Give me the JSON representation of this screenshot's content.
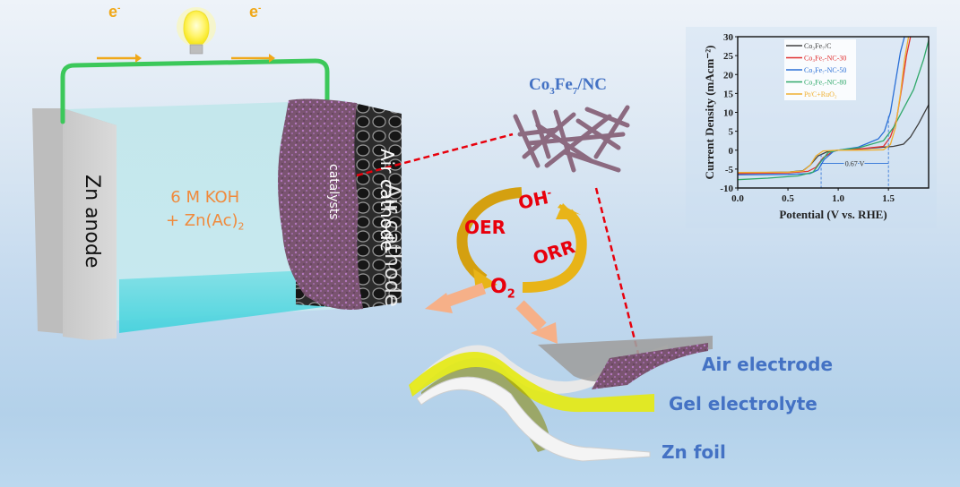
{
  "battery": {
    "electron_left": "e",
    "electron_right": "e",
    "electron_charge": "-",
    "zn_anode_label": "Zn anode",
    "electrolyte_line1": "6 M KOH",
    "electrolyte_line2_prefix": "+ Zn(Ac)",
    "electrolyte_line2_sub": "2",
    "catalysts_label": "catalysts",
    "air_cathode_label": "Air cathode",
    "ghost_label": "Air cathode"
  },
  "material": {
    "name_co": "Co",
    "name_co_sub": "3",
    "name_fe": "Fe",
    "name_fe_sub": "7",
    "name_rest": "/NC"
  },
  "cycle": {
    "oer": "OER",
    "orr": "ORR",
    "oh": "OH",
    "oh_charge": "-",
    "o2": "O",
    "o2_sub": "2"
  },
  "flexible": {
    "air_electrode": "Air electrode",
    "gel_electrolyte": "Gel electrolyte",
    "zn_foil": "Zn foil"
  },
  "colors": {
    "wire": "#3cc85a",
    "electron": "#f0a818",
    "electrolyte_text": "#f08a3c",
    "reaction_text": "#e8000c",
    "label_blue": "#4472c4",
    "dashed_red": "#e8000c"
  },
  "chart_data": {
    "type": "line",
    "title": "",
    "xlabel": "Potential (V vs. RHE)",
    "ylabel": "Current Density (mAcm⁻²)",
    "xlim": [
      0.0,
      1.9
    ],
    "ylim": [
      -10,
      30
    ],
    "xticks": [
      "0.0",
      "0.5",
      "1.0",
      "1.5"
    ],
    "yticks": [
      "-10",
      "-5",
      "0",
      "5",
      "10",
      "15",
      "20",
      "25",
      "30"
    ],
    "grid": false,
    "legend_position": "top-left-inside",
    "annotation": {
      "text": "0.67 V",
      "x_from": 0.83,
      "x_to": 1.5,
      "y": -3.5
    },
    "series": [
      {
        "name": "Co3Fe7/C",
        "legend": "Co₃Fe₇/C",
        "color": "#404040",
        "x": [
          0.0,
          0.5,
          0.65,
          0.72,
          0.8,
          0.9,
          1.0,
          1.2,
          1.4,
          1.55,
          1.65,
          1.72,
          1.8,
          1.9
        ],
        "y": [
          -6.0,
          -5.8,
          -5.4,
          -4.0,
          -1.5,
          -0.3,
          0.0,
          0.3,
          0.7,
          1.0,
          1.6,
          3.5,
          7.0,
          12.0
        ]
      },
      {
        "name": "Co3Fe7-NC-30",
        "legend": "Co₃Fe₇-NC-30",
        "color": "#e03030",
        "x": [
          0.0,
          0.5,
          0.7,
          0.78,
          0.85,
          0.95,
          1.0,
          1.2,
          1.45,
          1.52,
          1.58,
          1.63,
          1.68,
          1.72
        ],
        "y": [
          -6.2,
          -6.0,
          -5.6,
          -4.5,
          -2.0,
          -0.3,
          0.0,
          0.3,
          1.0,
          3.5,
          8.0,
          16.0,
          25.0,
          30.0
        ]
      },
      {
        "name": "Co3Fe7-NC-50",
        "legend": "Co₃Fe₇-NC-50",
        "color": "#2a6fd6",
        "x": [
          0.0,
          0.5,
          0.72,
          0.8,
          0.86,
          0.95,
          1.0,
          1.2,
          1.4,
          1.46,
          1.52,
          1.57,
          1.62,
          1.66
        ],
        "y": [
          -6.5,
          -6.4,
          -6.2,
          -5.2,
          -2.5,
          -0.4,
          0.0,
          0.8,
          3.0,
          5.0,
          10.0,
          18.0,
          26.0,
          30.0
        ]
      },
      {
        "name": "Co3Fe7-NC-80",
        "legend": "Co₃Fe₇-NC-80",
        "color": "#2fa86a",
        "x": [
          0.0,
          0.3,
          0.6,
          0.75,
          0.83,
          0.9,
          1.0,
          1.2,
          1.45,
          1.55,
          1.65,
          1.75,
          1.85,
          1.9
        ],
        "y": [
          -7.8,
          -7.4,
          -6.8,
          -5.8,
          -3.0,
          -0.6,
          0.0,
          0.6,
          2.5,
          6.0,
          11.0,
          16.0,
          24.0,
          29.0
        ]
      },
      {
        "name": "Pt/C+RuO2",
        "legend": "Pt/C+RuO₂",
        "color": "#f0b030",
        "x": [
          0.0,
          0.5,
          0.65,
          0.72,
          0.78,
          0.85,
          1.0,
          1.2,
          1.45,
          1.52,
          1.57,
          1.62,
          1.66,
          1.7
        ],
        "y": [
          -5.9,
          -5.8,
          -5.5,
          -4.0,
          -1.5,
          -0.2,
          0.0,
          0.0,
          0.1,
          1.5,
          6.0,
          15.0,
          24.0,
          30.0
        ]
      }
    ]
  }
}
